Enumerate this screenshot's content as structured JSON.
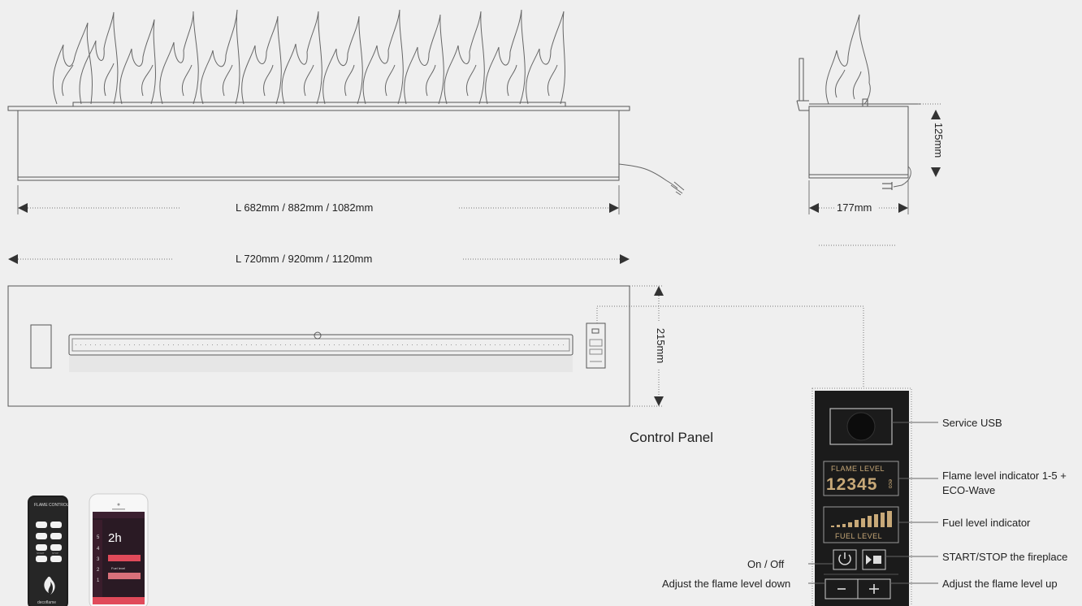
{
  "dimensions": {
    "burner_length": "L 682mm / 882mm / 1082mm",
    "frame_length": "L 720mm / 920mm / 1120mm",
    "side_height": "125mm",
    "side_width": "177mm",
    "frame_height": "215mm"
  },
  "control_panel": {
    "title": "Control Panel",
    "display_flame_label": "FLAME LEVEL",
    "display_flame_digits": "12345",
    "display_eco": "eco",
    "display_fuel_label": "FUEL LEVEL",
    "callouts": {
      "service_usb": "Service USB",
      "flame_indicator": "Flame level indicator 1-5 +\nECO-Wave",
      "fuel_indicator": "Fuel level indicator",
      "start_stop": "START/STOP the fireplace",
      "flame_up": "Adjust the flame level up",
      "on_off": "On / Off",
      "flame_down": "Adjust the flame level down"
    }
  },
  "remote": {
    "label": "FLAME CONTROL",
    "brand": "decoflame",
    "btn_start": "START",
    "btn_stop": "STOP"
  },
  "phone_app": {
    "time_value": "2h",
    "levels": [
      "5",
      "4",
      "3",
      "2",
      "1"
    ],
    "fuel_label": "Fuel level"
  },
  "colors": {
    "background": "#efefef",
    "line": "#555555",
    "panel": "#1b1b1b",
    "display_gold": "#c8a978",
    "app_red": "#e04a5a"
  }
}
